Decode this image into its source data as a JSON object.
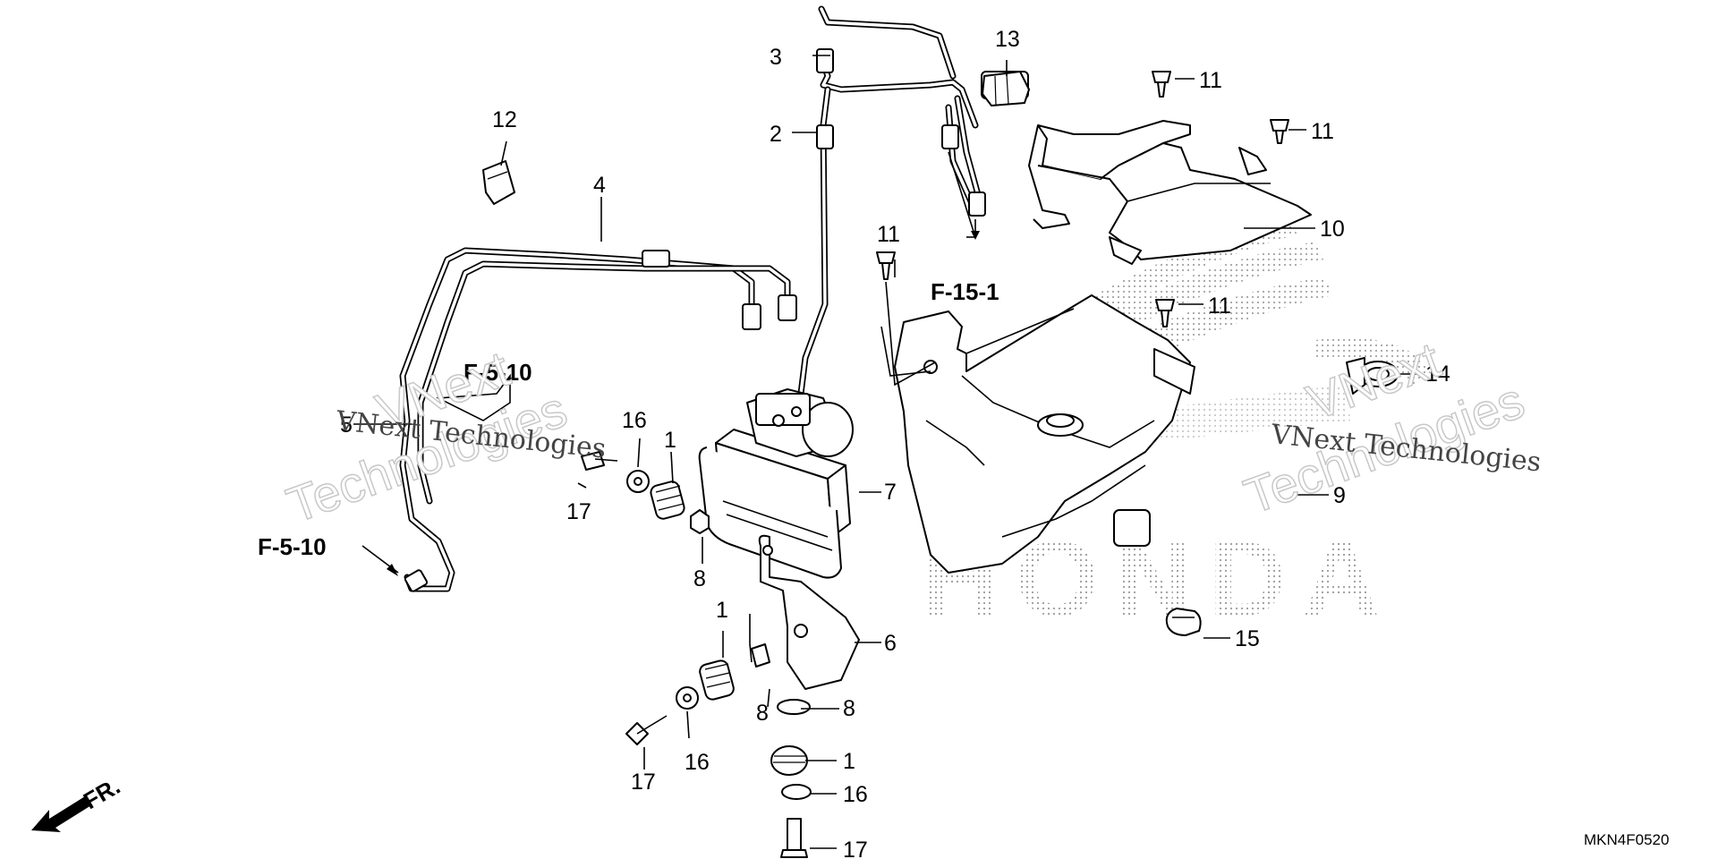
{
  "diagram_code": "MKN4F0520",
  "front_label": "FR.",
  "references": {
    "f_5_10_top": "F-5-10",
    "f_5_10_left": "F-5-10",
    "f_15_1": "F-15-1"
  },
  "callouts": {
    "n1a": "1",
    "n1b": "1",
    "n1c": "1",
    "n2": "2",
    "n3": "3",
    "n4": "4",
    "n5": "5",
    "n6": "6",
    "n7": "7",
    "n8a": "8",
    "n8b": "8",
    "n8c": "8",
    "n9": "9",
    "n10": "10",
    "n11a": "11",
    "n11b": "11",
    "n11c": "11",
    "n11d": "11",
    "n12": "12",
    "n13": "13",
    "n14": "14",
    "n15": "15",
    "n16a": "16",
    "n16b": "16",
    "n16c": "16",
    "n17a": "17",
    "n17b": "17",
    "n17c": "17"
  },
  "watermarks": {
    "left_small": "VNext Technologies",
    "left_outline_1": "VNext",
    "left_outline_2": "Technologies",
    "right_small": "VNext Technologies",
    "right_outline_1": "VNext",
    "right_outline_2": "Technologies"
  },
  "brand_watermark": "HONDA"
}
